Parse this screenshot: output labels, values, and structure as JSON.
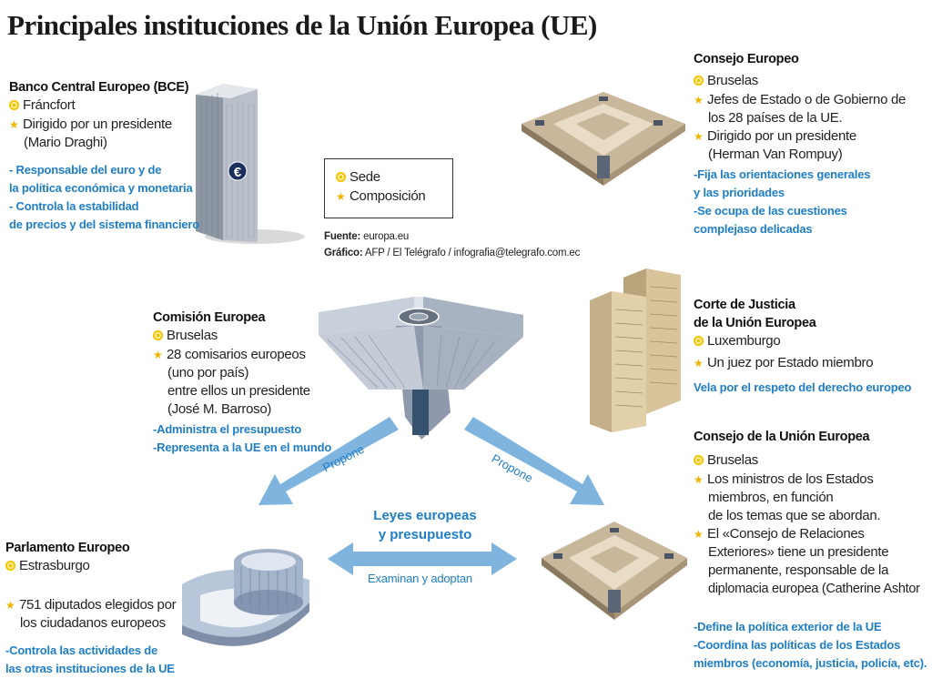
{
  "title": "Principales instituciones de la Unión Europea (UE)",
  "colors": {
    "accent_blue": "#1f7ec5",
    "arrow_blue": "#7fb4de",
    "sede_yellow": "#f5c400",
    "star_yellow": "#f0b400"
  },
  "legend": {
    "sede": "Sede",
    "composicion": "Composición",
    "sede_icon": "sede-dot-icon",
    "composicion_icon": "star-icon"
  },
  "source": {
    "fuente_label": "Fuente:",
    "fuente_value": "europa.eu",
    "grafico_label": "Gráfico:",
    "grafico_value": "AFP / El Telégrafo / infografia@telegrafo.com.ec"
  },
  "bce": {
    "name": "Banco Central Europeo (BCE)",
    "sede": "Fráncfort",
    "composicion": [
      "Dirigido por un presidente",
      "(Mario Draghi)"
    ],
    "roles": [
      "- Responsable del euro y de",
      "la política económica y monetaria",
      "- Controla la estabilidad",
      "de precios y del sistema financiero"
    ]
  },
  "consejo_europeo": {
    "name": "Consejo Europeo",
    "sede": "Bruselas",
    "composicion1": [
      "Jefes de Estado o de Gobierno de",
      "los 28 países de la UE."
    ],
    "composicion2": [
      "Dirigido por un presidente",
      "(Herman Van Rompuy)"
    ],
    "roles": [
      "-Fija las orientaciones generales",
      "y las prioridades",
      "-Se ocupa de las cuestiones",
      "complejaso delicadas"
    ]
  },
  "comision": {
    "name": "Comisión Europea",
    "sede": "Bruselas",
    "composicion": [
      "28 comisarios europeos",
      "(uno por país)",
      "entre ellos un presidente",
      "(José M. Barroso)"
    ],
    "roles": [
      "-Administra el presupuesto",
      "-Representa a la UE en el mundo"
    ]
  },
  "corte": {
    "name": [
      "Corte de Justicia",
      "de la Unión Europea"
    ],
    "sede": "Luxemburgo",
    "composicion": "Un juez por Estado miembro",
    "roles": [
      "Vela por el respeto del derecho europeo"
    ]
  },
  "consejo_ue": {
    "name": "Consejo de la Unión Europea",
    "sede": "Bruselas",
    "composicion1": [
      "Los ministros de los Estados",
      "miembros, en función",
      "de los temas que se abordan."
    ],
    "composicion2": [
      "El «Consejo de Relaciones",
      "Exteriores» tiene un presidente",
      "permanente, responsable de la",
      "diplomacia europea (Catherine Ashtor"
    ],
    "roles": [
      "-Define la política exterior de la UE",
      "-Coordina las políticas de los Estados",
      "miembros (economía, justicia, policía, etc)."
    ]
  },
  "parlamento": {
    "name": "Parlamento Europeo",
    "sede": "Estrasburgo",
    "composicion": [
      "751 diputados elegidos por",
      "los ciudadanos europeos"
    ],
    "roles": [
      "-Controla las actividades de",
      "las otras instituciones de la UE"
    ]
  },
  "flows": {
    "propone_left": "Propone",
    "propone_right": "Propone",
    "center_title": [
      "Leyes europeas",
      "y presupuesto"
    ],
    "examinan": "Examinan y adoptan"
  },
  "bce_building_symbol": "€"
}
